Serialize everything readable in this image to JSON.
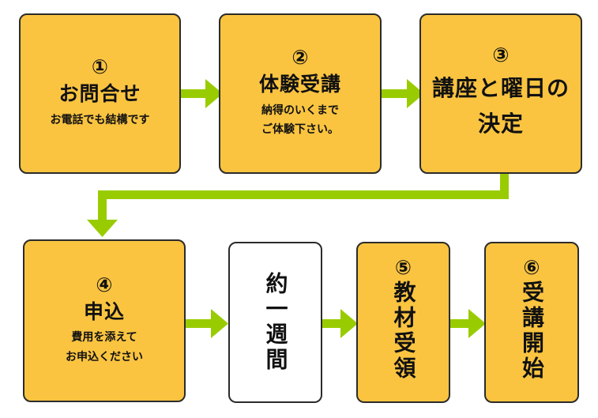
{
  "steps": [
    {
      "num": "①",
      "title": "お問合せ",
      "sub": [
        "お電話でも結構です"
      ]
    },
    {
      "num": "②",
      "title": "体験受講",
      "sub": [
        "納得のいくまで",
        "ご体験下さい。"
      ]
    },
    {
      "num": "③",
      "title_lines": [
        "講座と曜日の",
        "決定"
      ]
    },
    {
      "num": "④",
      "title": "申込",
      "sub": [
        "費用を添えて",
        "お申込ください"
      ]
    },
    {
      "title_vertical": "約一週間"
    },
    {
      "num": "⑤",
      "title_vertical": "教材受領"
    },
    {
      "num": "⑥",
      "title_vertical": "受講開始"
    }
  ],
  "colors": {
    "box": "#fac441",
    "arrow": "#99cc00",
    "border": "#2b2b2b"
  }
}
